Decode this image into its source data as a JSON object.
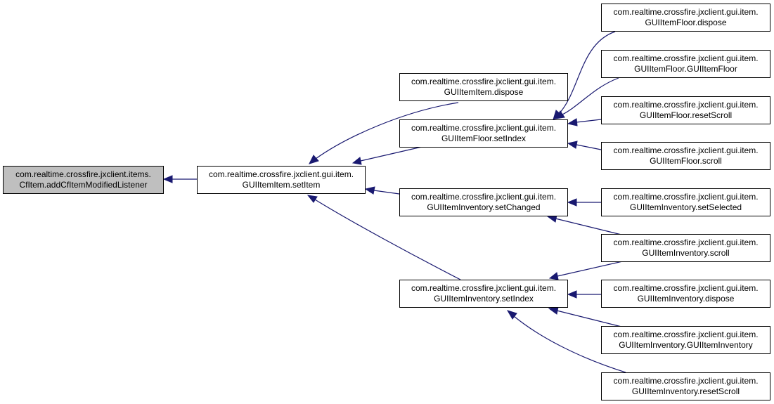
{
  "colors": {
    "edge": "#191970",
    "root_fill": "#bfbfbf",
    "node_fill": "#ffffff",
    "border": "#000000"
  },
  "nodes": {
    "root": {
      "line1": "com.realtime.crossfire.jxclient.items.",
      "line2": "CfItem.addCfItemModifiedListener"
    },
    "setitem": {
      "line1": "com.realtime.crossfire.jxclient.gui.item.",
      "line2": "GUIItemItem.setItem"
    },
    "itemdispose": {
      "line1": "com.realtime.crossfire.jxclient.gui.item.",
      "line2": "GUIItemItem.dispose"
    },
    "floorindex": {
      "line1": "com.realtime.crossfire.jxclient.gui.item.",
      "line2": "GUIItemFloor.setIndex"
    },
    "invchanged": {
      "line1": "com.realtime.crossfire.jxclient.gui.item.",
      "line2": "GUIItemInventory.setChanged"
    },
    "invindex": {
      "line1": "com.realtime.crossfire.jxclient.gui.item.",
      "line2": "GUIItemInventory.setIndex"
    },
    "fdispose": {
      "line1": "com.realtime.crossfire.jxclient.gui.item.",
      "line2": "GUIItemFloor.dispose"
    },
    "fctor": {
      "line1": "com.realtime.crossfire.jxclient.gui.item.",
      "line2": "GUIItemFloor.GUIItemFloor"
    },
    "freset": {
      "line1": "com.realtime.crossfire.jxclient.gui.item.",
      "line2": "GUIItemFloor.resetScroll"
    },
    "fscroll": {
      "line1": "com.realtime.crossfire.jxclient.gui.item.",
      "line2": "GUIItemFloor.scroll"
    },
    "iselected": {
      "line1": "com.realtime.crossfire.jxclient.gui.item.",
      "line2": "GUIItemInventory.setSelected"
    },
    "iscroll": {
      "line1": "com.realtime.crossfire.jxclient.gui.item.",
      "line2": "GUIItemInventory.scroll"
    },
    "idispose": {
      "line1": "com.realtime.crossfire.jxclient.gui.item.",
      "line2": "GUIItemInventory.dispose"
    },
    "ictor": {
      "line1": "com.realtime.crossfire.jxclient.gui.item.",
      "line2": "GUIItemInventory.GUIItemInventory"
    },
    "ireset": {
      "line1": "com.realtime.crossfire.jxclient.gui.item.",
      "line2": "GUIItemInventory.resetScroll"
    }
  }
}
